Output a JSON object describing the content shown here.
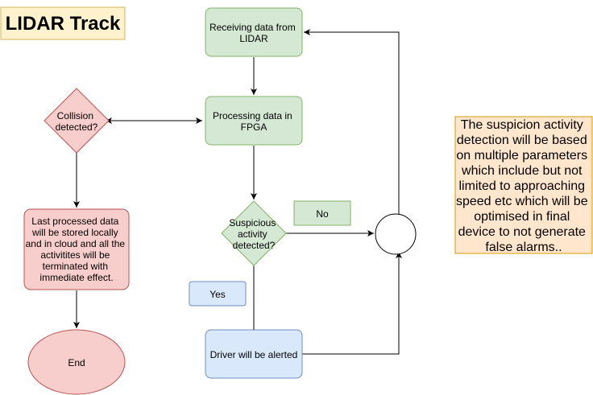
{
  "title": "LIDAR Track",
  "nodes": {
    "receiving": [
      "Receiving data from",
      "LIDAR"
    ],
    "processing": [
      "Processing data in",
      "FPGA"
    ],
    "collision": [
      "Collision",
      "detected?"
    ],
    "suspicious": [
      "Suspicious",
      "activity",
      "detected?"
    ],
    "last_processed": [
      "Last processed data",
      "will be stored locally",
      "and in cloud and all the",
      "activitites will be",
      "terminated with",
      "immediate effect."
    ],
    "end": "End",
    "driver": "Driver will be alerted",
    "yes": "Yes",
    "no": "No"
  },
  "note": [
    "The suspicion activity",
    "detection will be based",
    "on multiple parameters",
    "which include but not",
    "limited to approaching",
    "speed etc which will be",
    "optimised in final",
    "device to not generate",
    "false alarms.."
  ],
  "colors": {
    "green_fill": "#d5e8d4",
    "green_stroke": "#82b366",
    "red_fill": "#f8cecc",
    "red_stroke": "#b85450",
    "blue_fill": "#dae8fc",
    "blue_stroke": "#6c8ebf",
    "yellow_fill": "#fff2cc",
    "yellow_stroke": "#d6b656",
    "orange_fill": "#ffe6cc",
    "orange_stroke": "#d79b00"
  }
}
